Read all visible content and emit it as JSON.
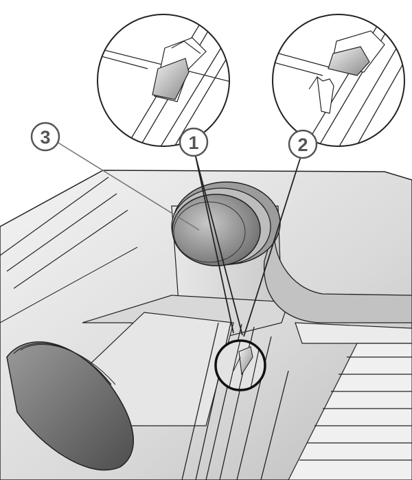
{
  "callouts": [
    {
      "id": "1",
      "label": "1"
    },
    {
      "id": "2",
      "label": "2"
    },
    {
      "id": "3",
      "label": "3"
    }
  ],
  "colors": {
    "line": "#222222",
    "body_light": "#eeeeee",
    "body_mid": "#d2d2d2",
    "body_dark": "#8a8a8a",
    "roller_dark": "#6e6e6e",
    "callout_text": "#555555"
  }
}
